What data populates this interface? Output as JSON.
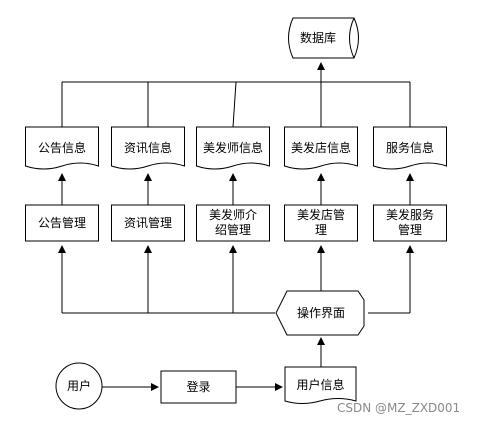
{
  "database": {
    "label": "数据库"
  },
  "docs": [
    {
      "id": "announce",
      "label": "公告信息"
    },
    {
      "id": "news",
      "label": "资讯信息"
    },
    {
      "id": "stylist",
      "label": "美发师信息"
    },
    {
      "id": "shop",
      "label": "美发店信息"
    },
    {
      "id": "service",
      "label": "服务信息"
    }
  ],
  "managers": [
    {
      "id": "announce",
      "lines": [
        "公告管理"
      ]
    },
    {
      "id": "news",
      "lines": [
        "资讯管理"
      ]
    },
    {
      "id": "stylist",
      "lines": [
        "美发师介",
        "绍管理"
      ]
    },
    {
      "id": "shop",
      "lines": [
        "美发店管",
        "理"
      ]
    },
    {
      "id": "service",
      "lines": [
        "美发服务",
        "管理"
      ]
    }
  ],
  "ops": {
    "label": "操作界面"
  },
  "user": {
    "label": "用户"
  },
  "login": {
    "label": "登录"
  },
  "user_info": {
    "label": "用户信息"
  },
  "watermark": "CSDN @MZ_ZXD001"
}
